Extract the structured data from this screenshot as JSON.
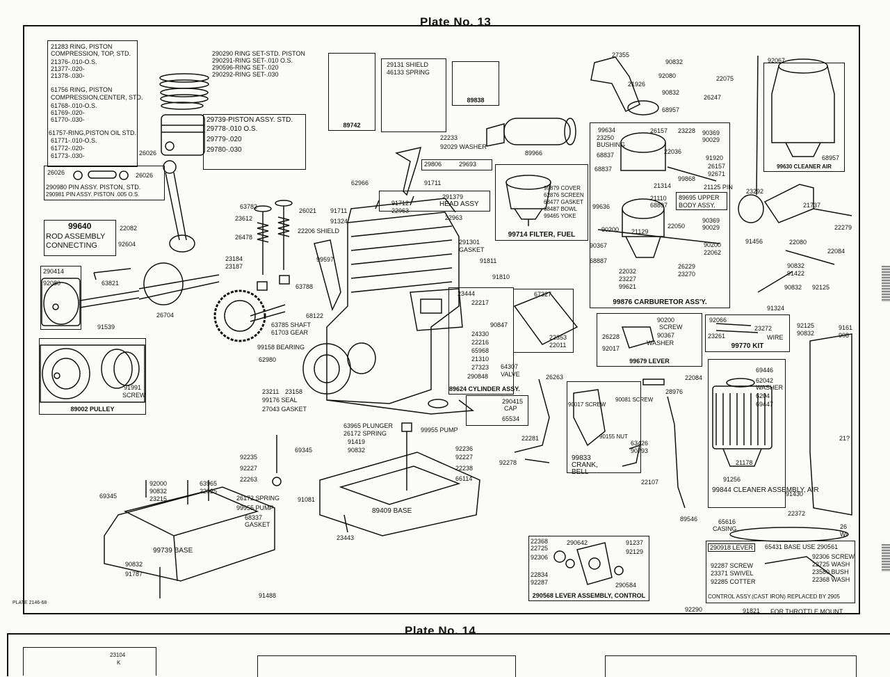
{
  "plate13_title": "Plate No. 13",
  "plate14_title": "Plate No. 14",
  "plate_code": "PLATE 2146-68",
  "rings": {
    "top": [
      "21283 RING, PISTON",
      "COMPRESSION, TOP, STD.",
      "21376-.010-O.S.",
      "21377-.020-",
      "21378-.030-"
    ],
    "center": [
      "61756 RING, PISTON",
      "COMPRESSION,CENTER, STD.",
      "61768-.010-O.S.",
      "61769-.020-",
      "61770-.030-"
    ],
    "oil": [
      "61757-RING,PISTON OIL STD.",
      "61771-.010-O.S.",
      "61772-.020-",
      "61773-.030-"
    ],
    "ringset": [
      "290290 RING SET-STD. PISTON",
      "290291-RING SET-.010 O.S.",
      "290596-RING SET-.020",
      "290292-RING SET-.030"
    ],
    "piston_assy": [
      "29739-PISTON ASSY. STD.",
      "29778-.010 O.S.",
      "29779-.020",
      "29780-.030"
    ],
    "p26026": "26026"
  },
  "pin": [
    "290980 PIN ASSY. PISTON, STD.",
    "290981 PIN ASSY. PISTON .005 O.S."
  ],
  "pin_parts": [
    "26026",
    "26026"
  ],
  "rod": [
    "99640",
    "ROD ASSEMBLY",
    "CONNECTING"
  ],
  "rod_parts": [
    "22082",
    "92604"
  ],
  "crank": [
    "290414",
    "92080",
    "63821",
    "26704",
    "91539"
  ],
  "pulley": {
    "label": "89002 PULLEY",
    "screw": "91991",
    "screw_label": "SCREW"
  },
  "shield": {
    "p": "89742",
    "a": "29131 SHIELD",
    "b": "46133 SPRING",
    "c": "89838"
  },
  "valve_parts": [
    "63782",
    "23612",
    "26478",
    "26021",
    "91711",
    "91324",
    "23184",
    "23187",
    "63788",
    "68122"
  ],
  "shaft_gear": [
    "63785 SHAFT",
    "61703 GEAR"
  ],
  "center_labels": [
    "22233",
    "92029 WASHER",
    "29806",
    "29693",
    "62966",
    "91711",
    "91712",
    "22963",
    "291379",
    "HEAD ASSY",
    "22963",
    "22206 SHIELD",
    "291301",
    "GASKET",
    "99597",
    "91811",
    "91810",
    "89966"
  ],
  "lower_center": [
    "99158 BEARING",
    "62980",
    "23211",
    "23158",
    "99176 SEAL",
    "27043 GASKET"
  ],
  "cylinder": {
    "label": "89624 CYLINDER ASSY.",
    "parts": [
      "23444",
      "22217",
      "90847",
      "24330",
      "22216",
      "65968",
      "21310",
      "27323",
      "290848",
      "64307",
      "VALVE"
    ]
  },
  "cap": [
    "290415",
    "CAP",
    "65534"
  ],
  "filter_plate": [
    "67327",
    "22353",
    "22011"
  ],
  "fuel_filter": {
    "label": "99714 FILTER, FUEL",
    "parts": [
      "99879 COVER",
      "62876 SCREEN",
      "68477 GASKET",
      "68487 BOWL",
      "99465 YOKE"
    ]
  },
  "carb": {
    "label": "99876 CARBURETOR ASS'Y.",
    "parts": [
      "27355",
      "90832",
      "92080",
      "21926",
      "90832",
      "68957",
      "22075",
      "26247",
      "99634",
      "23250",
      "BUSHING",
      "26157",
      "23228",
      "90369",
      "90029",
      "68837",
      "22036",
      "91920",
      "26157",
      "68837",
      "92671",
      "21314",
      "99868",
      "21125 PIN",
      "21110",
      "68897",
      "89695 UPPER",
      "BODY ASSY.",
      "99636",
      "90200",
      "21129",
      "22050",
      "90369",
      "90029",
      "90367",
      "22032",
      "23227",
      "99621",
      "68887",
      "90200",
      "22062",
      "26229",
      "23270"
    ]
  },
  "air_cleaner_top": {
    "label": "99630 CLEANER AIR",
    "parts": [
      "92067",
      "68957",
      "23292",
      "21737",
      "22279",
      "91456",
      "22080",
      "22084",
      "90832",
      "91422",
      "90832",
      "92125",
      "91324"
    ]
  },
  "lever": {
    "label": "99679 LEVER",
    "parts": [
      "90200",
      "SCREW",
      "90367",
      "WASHER",
      "26228",
      "92017"
    ]
  },
  "kit": {
    "label": "99770 KIT",
    "parts": [
      "92066",
      "23261",
      "23272",
      "WIRE"
    ]
  },
  "right_parts": [
    "92125",
    "90832",
    "9161",
    "908"
  ],
  "plunger": [
    "63965 PLUNGER",
    "26172 SPRING",
    "91419",
    "90832",
    "99955 PUMP",
    "92236",
    "92227",
    "22238",
    "66114",
    "69345"
  ],
  "base_89409": {
    "label": "89409 BASE",
    "parts": [
      "91081",
      "23443",
      "92235",
      "92227",
      "22263"
    ]
  },
  "base_99739": {
    "label": "99739 BASE",
    "parts": [
      "69345",
      "92000",
      "90832",
      "23215",
      "63965",
      "22025",
      "26172 SPRING",
      "99955 PUMP",
      "68337",
      "GASKET",
      "90832",
      "91787",
      "91488"
    ]
  },
  "bell": {
    "label": "99833 CRANK, BELL",
    "parts": [
      "26263",
      "22281",
      "92278",
      "90017 SCREW",
      "90081 SCREW",
      "90155 NUT",
      "22084",
      "28976",
      "63426",
      "90793",
      "22107",
      "89546"
    ]
  },
  "cleaner": {
    "label": "99844 CLEANER ASSEMBLY, AIR",
    "parts": [
      "69446",
      "62042",
      "WASHER",
      "6204",
      "69447",
      "21178",
      "91256",
      "91430",
      "22372",
      "65616",
      "CASING",
      "21?",
      "26",
      "WI"
    ]
  },
  "control_lever": {
    "label": "290568 LEVER ASSEMBLY, CONTROL",
    "parts": [
      "22368",
      "22725",
      "92306",
      "22834",
      "92287",
      "290642",
      "91237",
      "92129",
      "290584"
    ]
  },
  "control_assy": {
    "left": [
      "290918 LEVER",
      "92287 SCREW",
      "23371 SWIVEL",
      "92285 COTTER"
    ],
    "base": "65431 BASE USE 290561",
    "right": [
      "92306 SCREW",
      "22725 WASH",
      "23580 BUSH",
      "22368 WASH"
    ],
    "footer": "CONTROL ASSY.(CAST IRON) REPLACED BY 2905",
    "throttle": [
      "92290",
      "91821",
      "FOR THROTTLE MOUNT"
    ]
  },
  "plate14_top": [
    "23104",
    "K"
  ]
}
